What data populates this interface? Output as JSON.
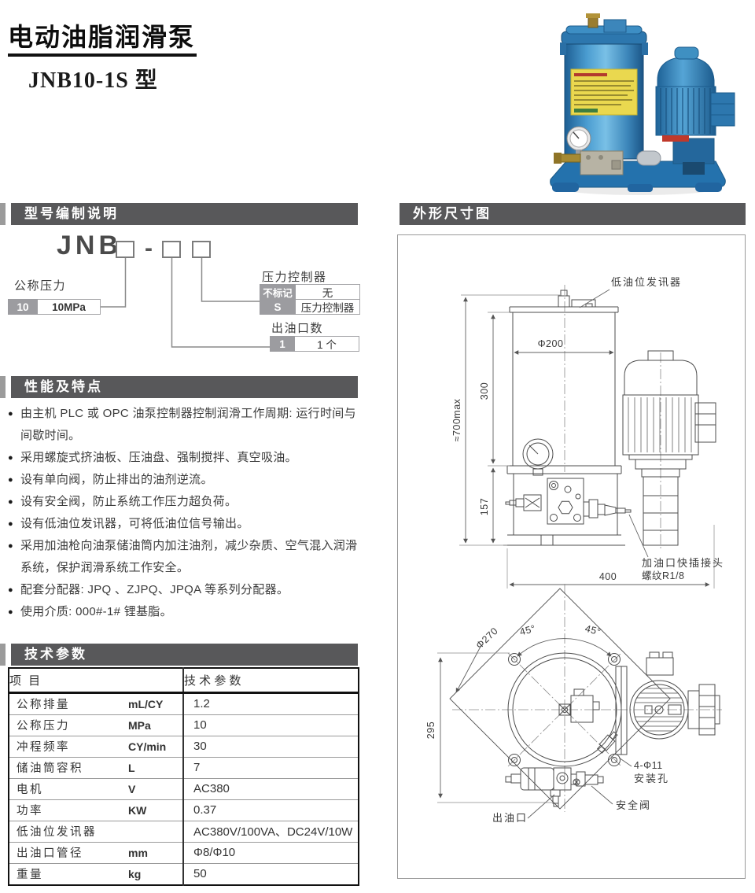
{
  "page": {
    "title": "电动油脂润滑泵",
    "subtitle": "JNB10-1S 型"
  },
  "sections": {
    "model_heading": "型号编制说明",
    "dimensions_heading": "外形尺寸图",
    "features_heading": "性能及特点",
    "specs_heading": "技术参数"
  },
  "model_diagram": {
    "prefix": "JNB",
    "separator": "-",
    "pressure": {
      "label": "公称压力",
      "code": "10",
      "value": "10MPa"
    },
    "controller": {
      "label": "压力控制器",
      "rows": [
        {
          "code": "不标记",
          "value": "无"
        },
        {
          "code": "S",
          "value": "压力控制器"
        }
      ]
    },
    "outlets": {
      "label": "出油口数",
      "code": "1",
      "value": "1 个"
    }
  },
  "features": {
    "items": [
      "由主机 PLC 或 OPC 油泵控制器控制润滑工作周期: 运行时间与间歇时间。",
      "采用螺旋式挤油板、压油盘、强制搅拌、真空吸油。",
      "设有单向阀，防止排出的油剂逆流。",
      "设有安全阀，防止系统工作压力超负荷。",
      "设有低油位发讯器，可将低油位信号输出。",
      "采用加油枪向油泵储油筒内加注油剂，减少杂质、空气混入润滑系统，保护润滑系统工作安全。",
      "配套分配器: JPQ 、ZJPQ、JPQA 等系列分配器。",
      "使用介质: 000#-1# 锂基脂。"
    ]
  },
  "specs_table": {
    "headers": {
      "item": "项  目",
      "value": "技 术 参 数"
    },
    "rows": [
      {
        "name": "公称排量",
        "unit": "mL/CY",
        "value": "1.2"
      },
      {
        "name": "公称压力",
        "unit": "MPa",
        "value": "10"
      },
      {
        "name": "冲程频率",
        "unit": "CY/min",
        "value": "30"
      },
      {
        "name": "储油筒容积",
        "unit": "L",
        "value": "7"
      },
      {
        "name": "电机",
        "unit": "V",
        "value": "AC380"
      },
      {
        "name": "功率",
        "unit": "KW",
        "value": "0.37"
      },
      {
        "name": "低油位发讯器",
        "unit": "",
        "value": "AC380V/100VA、DC24V/10W"
      },
      {
        "name": "出油口管径",
        "unit": "mm",
        "value": "Φ8/Φ10"
      },
      {
        "name": "重量",
        "unit": "kg",
        "value": "50"
      }
    ]
  },
  "drawing": {
    "labels": {
      "low_level": "低油位发讯器",
      "quick_connector_line1": "加油口快插接头",
      "quick_connector_line2": "螺纹R1/8",
      "mount_holes_line1": "4-Φ11",
      "mount_holes_line2": "安装孔",
      "outlet": "出油口",
      "safety_valve": "安全阀"
    },
    "dims": {
      "height_max": "≈700max",
      "tank_height": "300",
      "base_height": "157",
      "tank_diameter": "Φ200",
      "base_width": "400",
      "flange_diameter": "Φ270",
      "angle_left": "45°",
      "angle_right": "45°",
      "depth": "295"
    }
  },
  "colors": {
    "bar_bg": "#58585a",
    "bar_tab": "#9b9b9b",
    "code_cell_gray": "#9c9ca0",
    "pump_blue": "#2e7fb8",
    "label_yellow": "#ead84f"
  }
}
